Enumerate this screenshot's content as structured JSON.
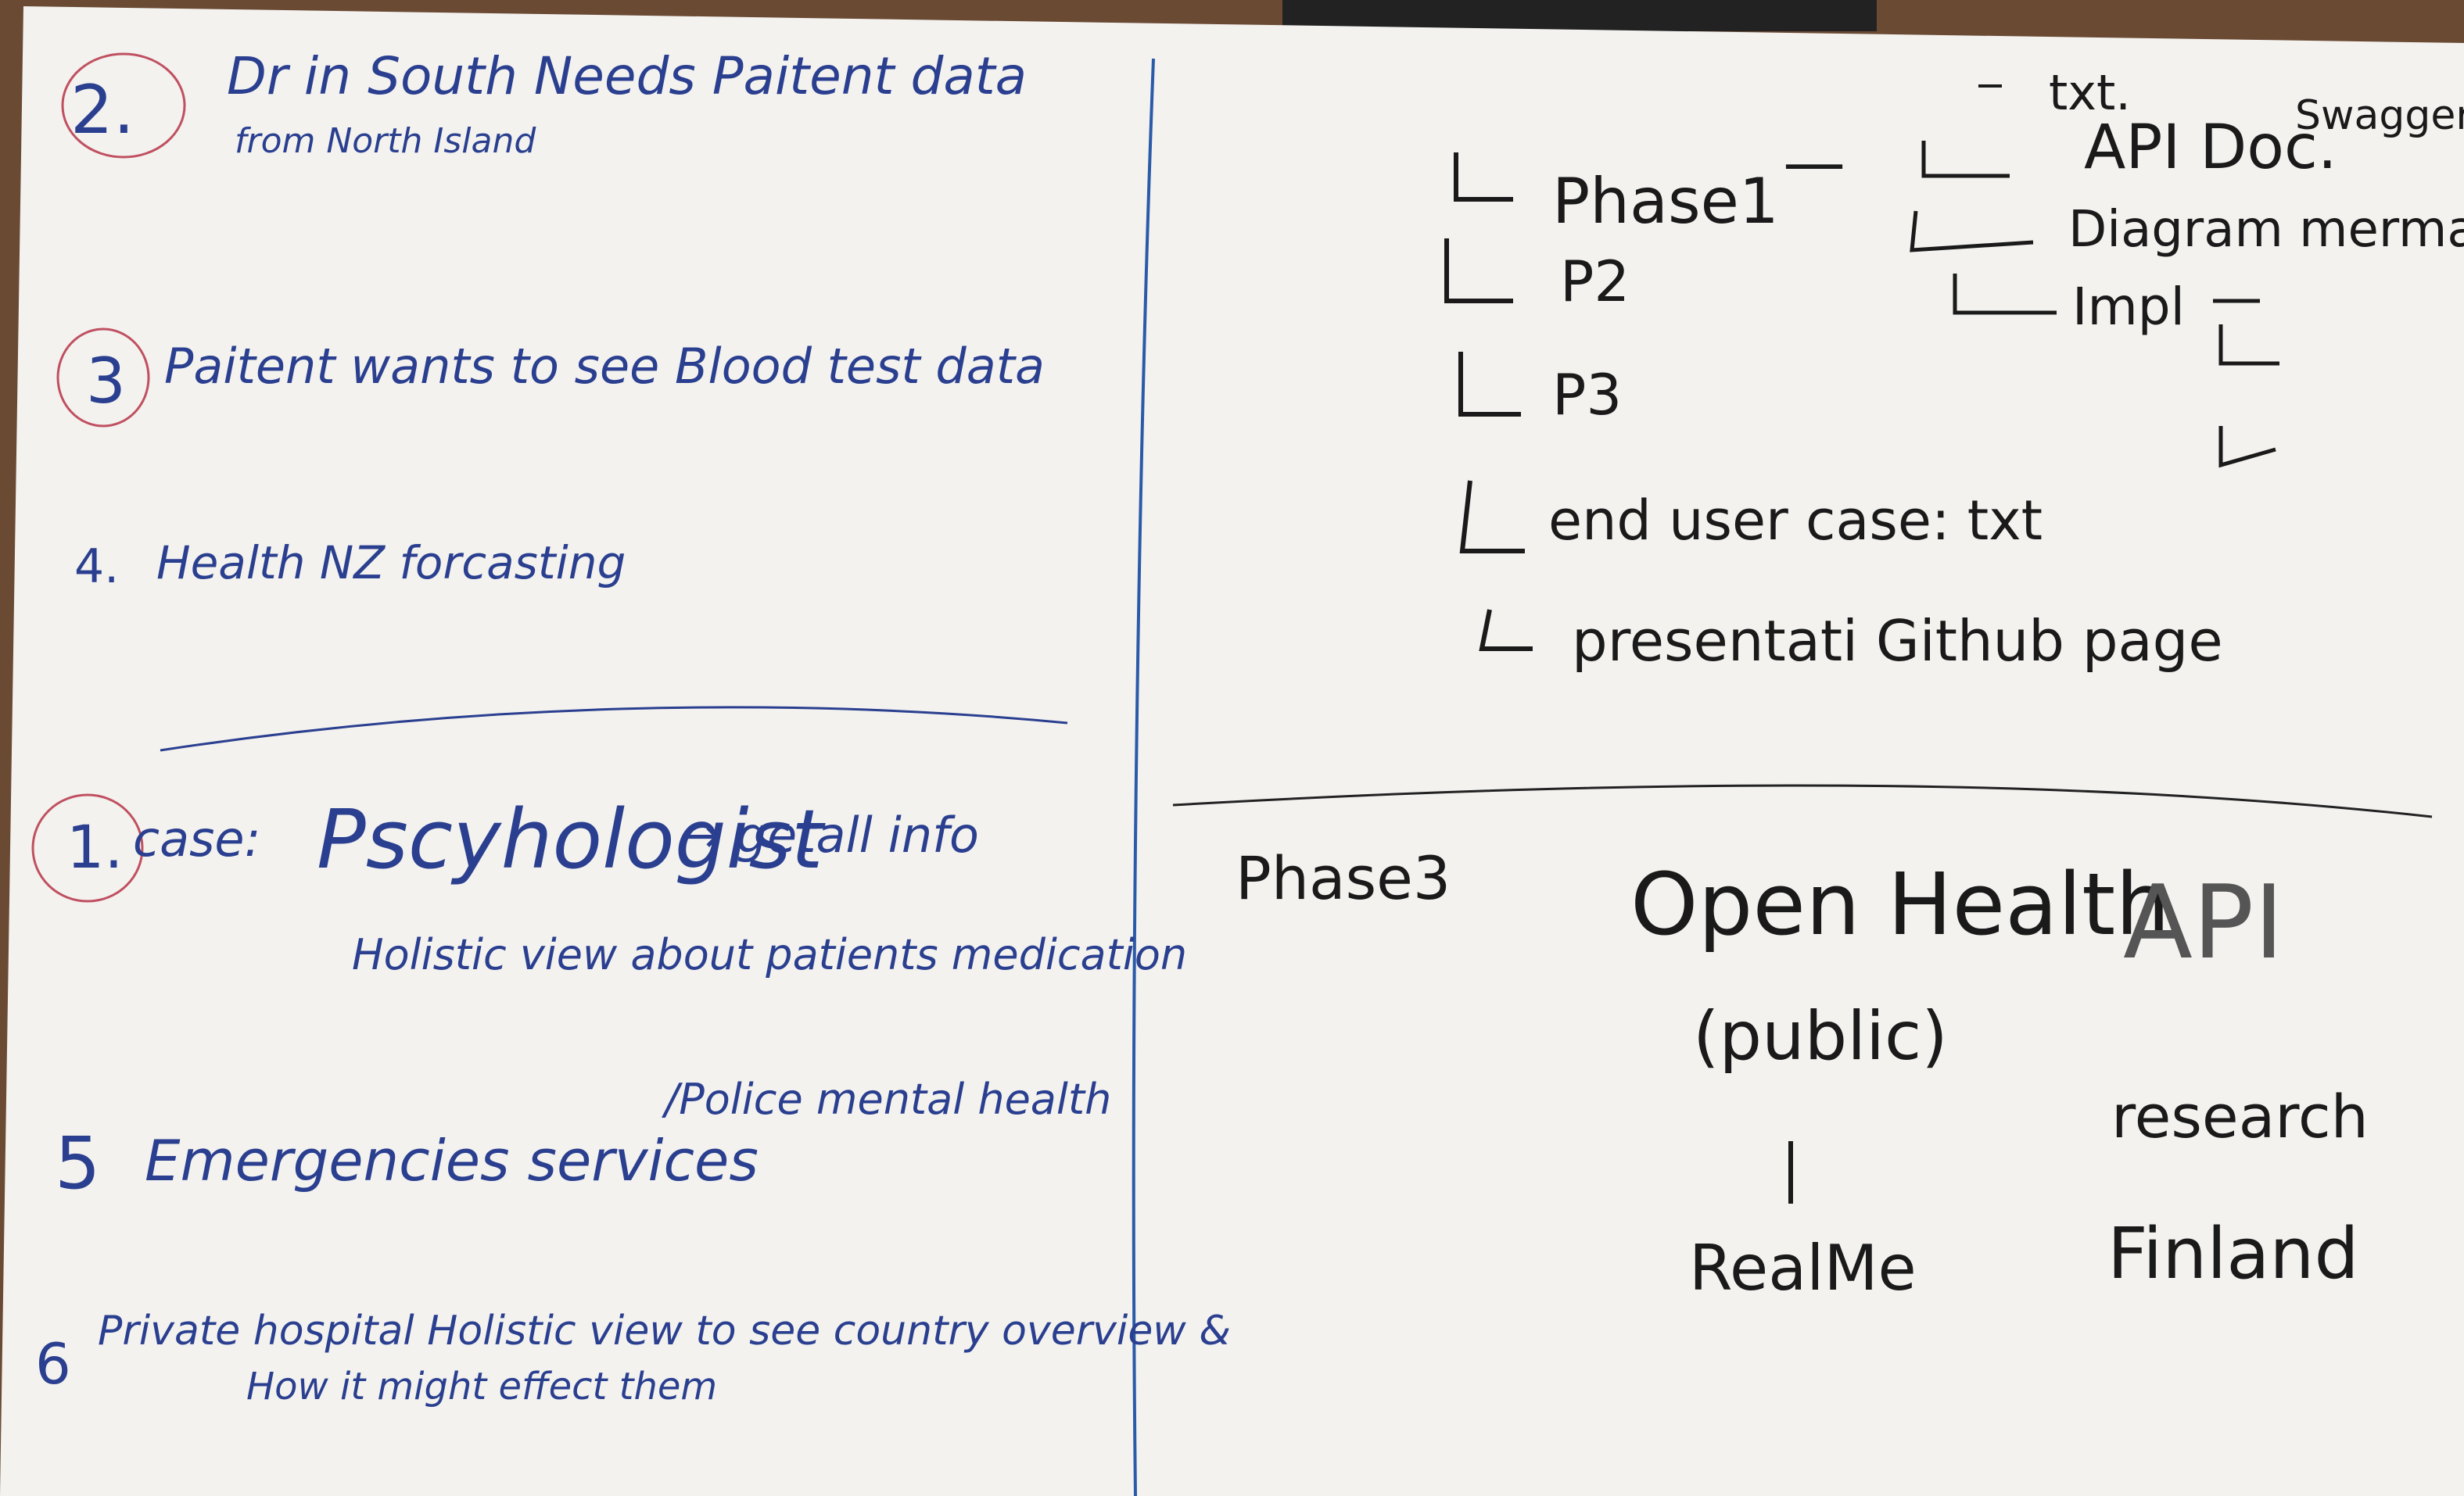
{
  "colors": {
    "board": "#f3f2ef",
    "blue_ink": "#2a3f8f",
    "black_ink": "#1a1a1a",
    "red_ink": "#c05060",
    "wood": "#6b4a34"
  },
  "left_column": {
    "item2": {
      "number": "2.",
      "line1": "Dr in South Needs Paitent data",
      "line2": "from North Island"
    },
    "item3": {
      "number": "3",
      "text": "Paitent wants to see Blood test data"
    },
    "item4": {
      "number": "4.",
      "text": "Health NZ forcasting"
    },
    "item1": {
      "number": "1.",
      "prefix": "case:",
      "main": "Pscyhologist",
      "arrow": "→ getall info",
      "line2": "Holistic view about patients medication"
    },
    "item5": {
      "number": "5",
      "text": "Emergencies services",
      "note": "/Police mental health"
    },
    "item6": {
      "number": "6",
      "line1": "Private hospital Holistic view to see country overview &",
      "line2": "How it might effect them"
    }
  },
  "right_top": {
    "phases": [
      "Phase1",
      "P2",
      "P3"
    ],
    "dash": "—",
    "end_user": "end user case: txt",
    "presentation": "presentati Github page",
    "txt": "txt.",
    "api_doc": "API Doc.",
    "swagger": "Swagger",
    "diagram": "Diagram mermaid.",
    "impl": "Impl"
  },
  "right_bottom": {
    "phase3": "Phase3",
    "open_health": "Open Health",
    "api": "API",
    "public": "(public)",
    "research": "research",
    "realme": "RealMe",
    "finland": "Finland"
  }
}
